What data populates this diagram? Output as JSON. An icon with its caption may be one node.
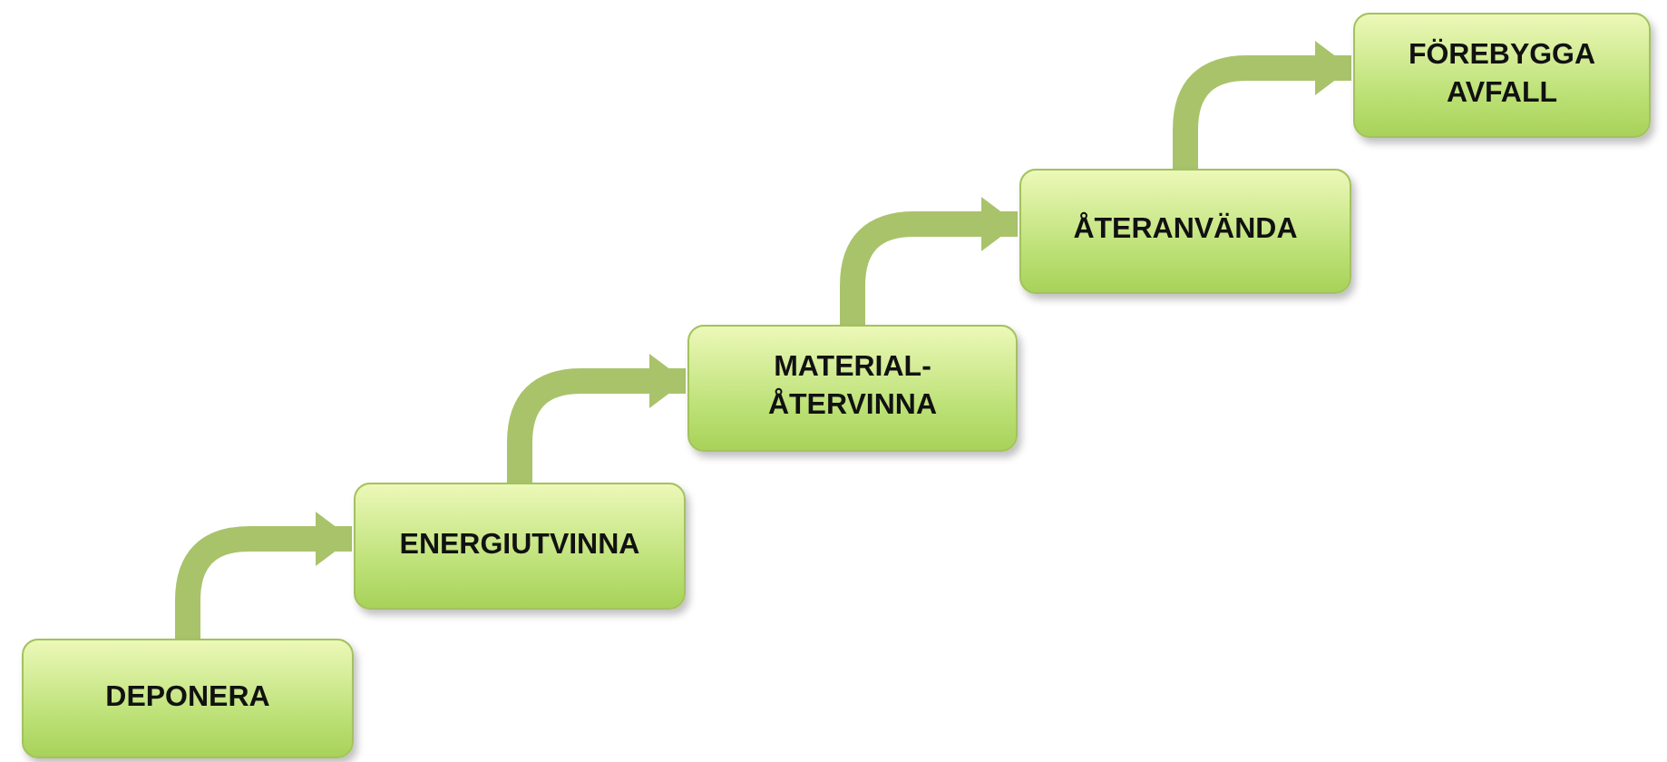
{
  "diagram": {
    "nodes": [
      {
        "text": [
          "DEPONERA"
        ]
      },
      {
        "text": [
          "ENERGIUTVINNA"
        ]
      },
      {
        "text": [
          "MATERIAL- ÅTERVINNA"
        ]
      },
      {
        "text": [
          "ÅTERANVÄNDA"
        ]
      },
      {
        "text": [
          "FÖREBYGGA AVFALL"
        ]
      }
    ],
    "edges": [
      {
        "from": 0,
        "to": 1,
        "arrow": "to"
      },
      {
        "from": 1,
        "to": 2,
        "arrow": "to"
      },
      {
        "from": 2,
        "to": 3,
        "arrow": "to"
      },
      {
        "from": 3,
        "to": 4,
        "arrow": "to"
      }
    ]
  }
}
